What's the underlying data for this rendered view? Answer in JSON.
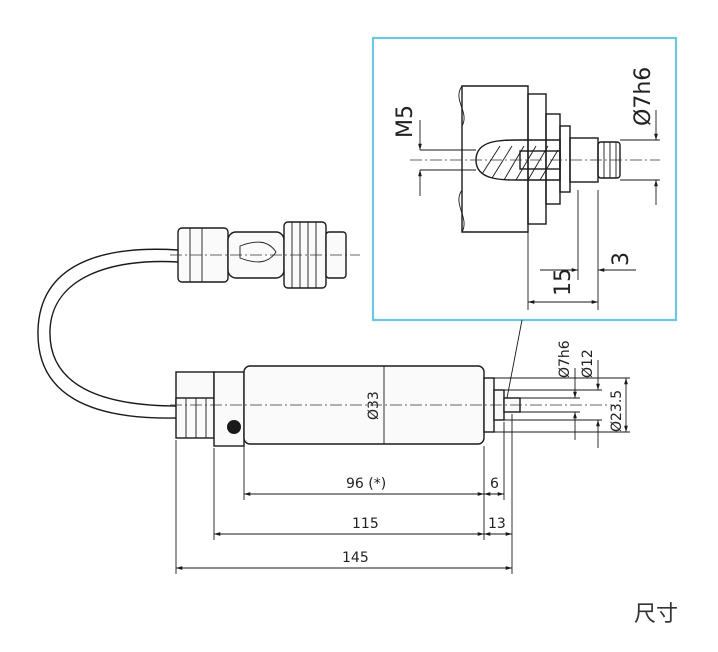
{
  "caption": "尺寸",
  "colors": {
    "detail_frame": "#6cc7e0",
    "line": "#1a1a1a"
  },
  "detail": {
    "thread": "M5",
    "shaft_diameter": "Ø7h6",
    "dim_small": "3",
    "dim_length": "15"
  },
  "main": {
    "shaft_diameter": "Ø7h6",
    "body_diameter": "Ø33",
    "collar_diameter": "Ø12",
    "flange_diameter": "Ø23.5",
    "dim_96": "96 (*)",
    "dim_6": "6",
    "dim_115": "115",
    "dim_13": "13",
    "dim_145": "145"
  }
}
